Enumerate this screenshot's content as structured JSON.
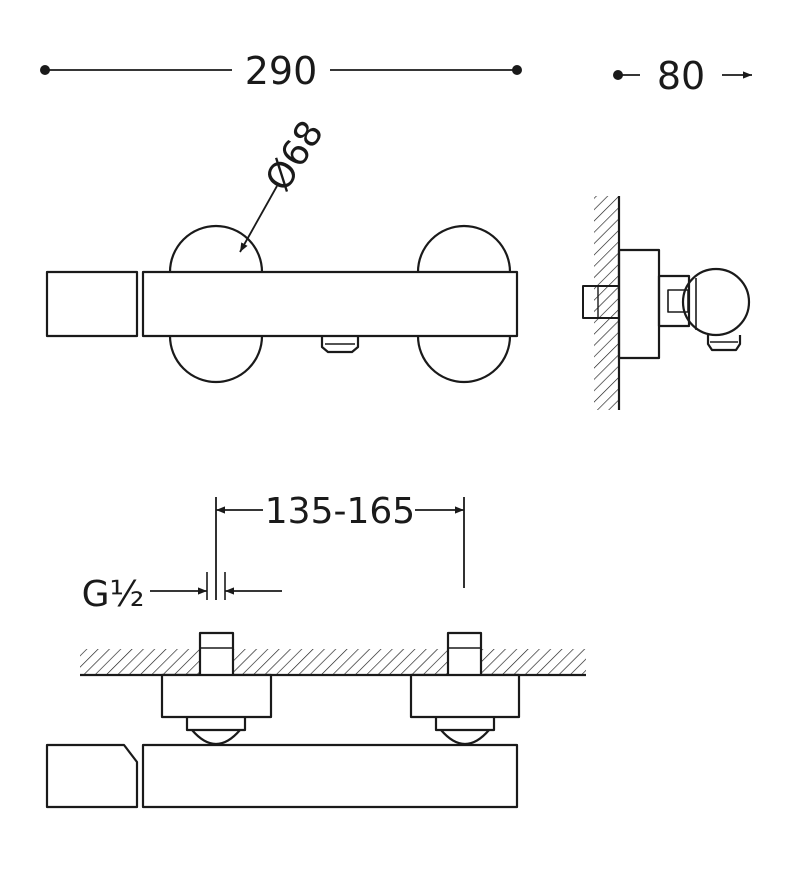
{
  "dimensions": {
    "overall_width": "290",
    "depth": "80",
    "diameter": "Ø68",
    "centers": "135-165",
    "thread": "G½"
  },
  "colors": {
    "line": "#1a1a1a",
    "background": "#ffffff"
  }
}
